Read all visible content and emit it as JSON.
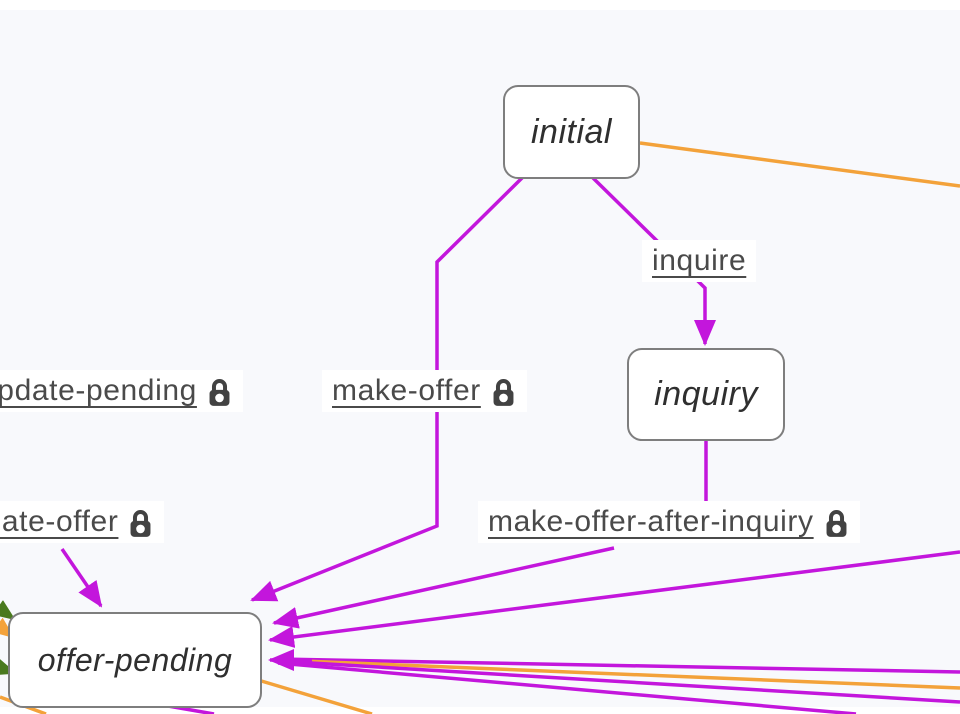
{
  "diagram": {
    "type": "state-machine",
    "nodes": [
      {
        "label": "initial"
      },
      {
        "label": "inquiry"
      },
      {
        "label": "offer-pending"
      }
    ],
    "transitions": [
      {
        "label": "inquire",
        "guarded": false
      },
      {
        "label": "update-pending",
        "guarded": true
      },
      {
        "label": "make-offer",
        "guarded": true
      },
      {
        "label": "update-offer",
        "guarded": true
      },
      {
        "label": "make-offer-after-inquiry",
        "guarded": true
      }
    ],
    "icons": {
      "guard": "lock-icon"
    },
    "colors": {
      "edge_primary": "#c316dc",
      "edge_secondary": "#f3a23a",
      "edge_tertiary": "#4a7a1e",
      "node_border": "#7e7e7e",
      "node_text": "#2f2f2f",
      "label_text": "#4a4a4a",
      "background": "#f8f9fc"
    }
  }
}
